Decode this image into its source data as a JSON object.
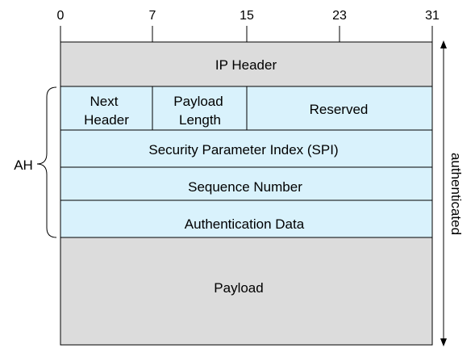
{
  "bit_ruler": {
    "ticks": [
      "0",
      "7",
      "15",
      "23",
      "31"
    ]
  },
  "packet": {
    "ip_header": "IP Header",
    "ah_fields": {
      "next_header_line1": "Next",
      "next_header_line2": "Header",
      "payload_length_line1": "Payload",
      "payload_length_line2": "Length",
      "reserved": "Reserved",
      "spi": "Security Parameter Index (SPI)",
      "sequence_number": "Sequence Number",
      "authentication_data": "Authentication Data"
    },
    "payload": "Payload"
  },
  "annotations": {
    "ah_label": "AH",
    "authenticated_label": "authenticated"
  },
  "colors": {
    "gray_block": "#dcdcdc",
    "ah_block": "#d9f2fc",
    "outline": "#000000"
  }
}
